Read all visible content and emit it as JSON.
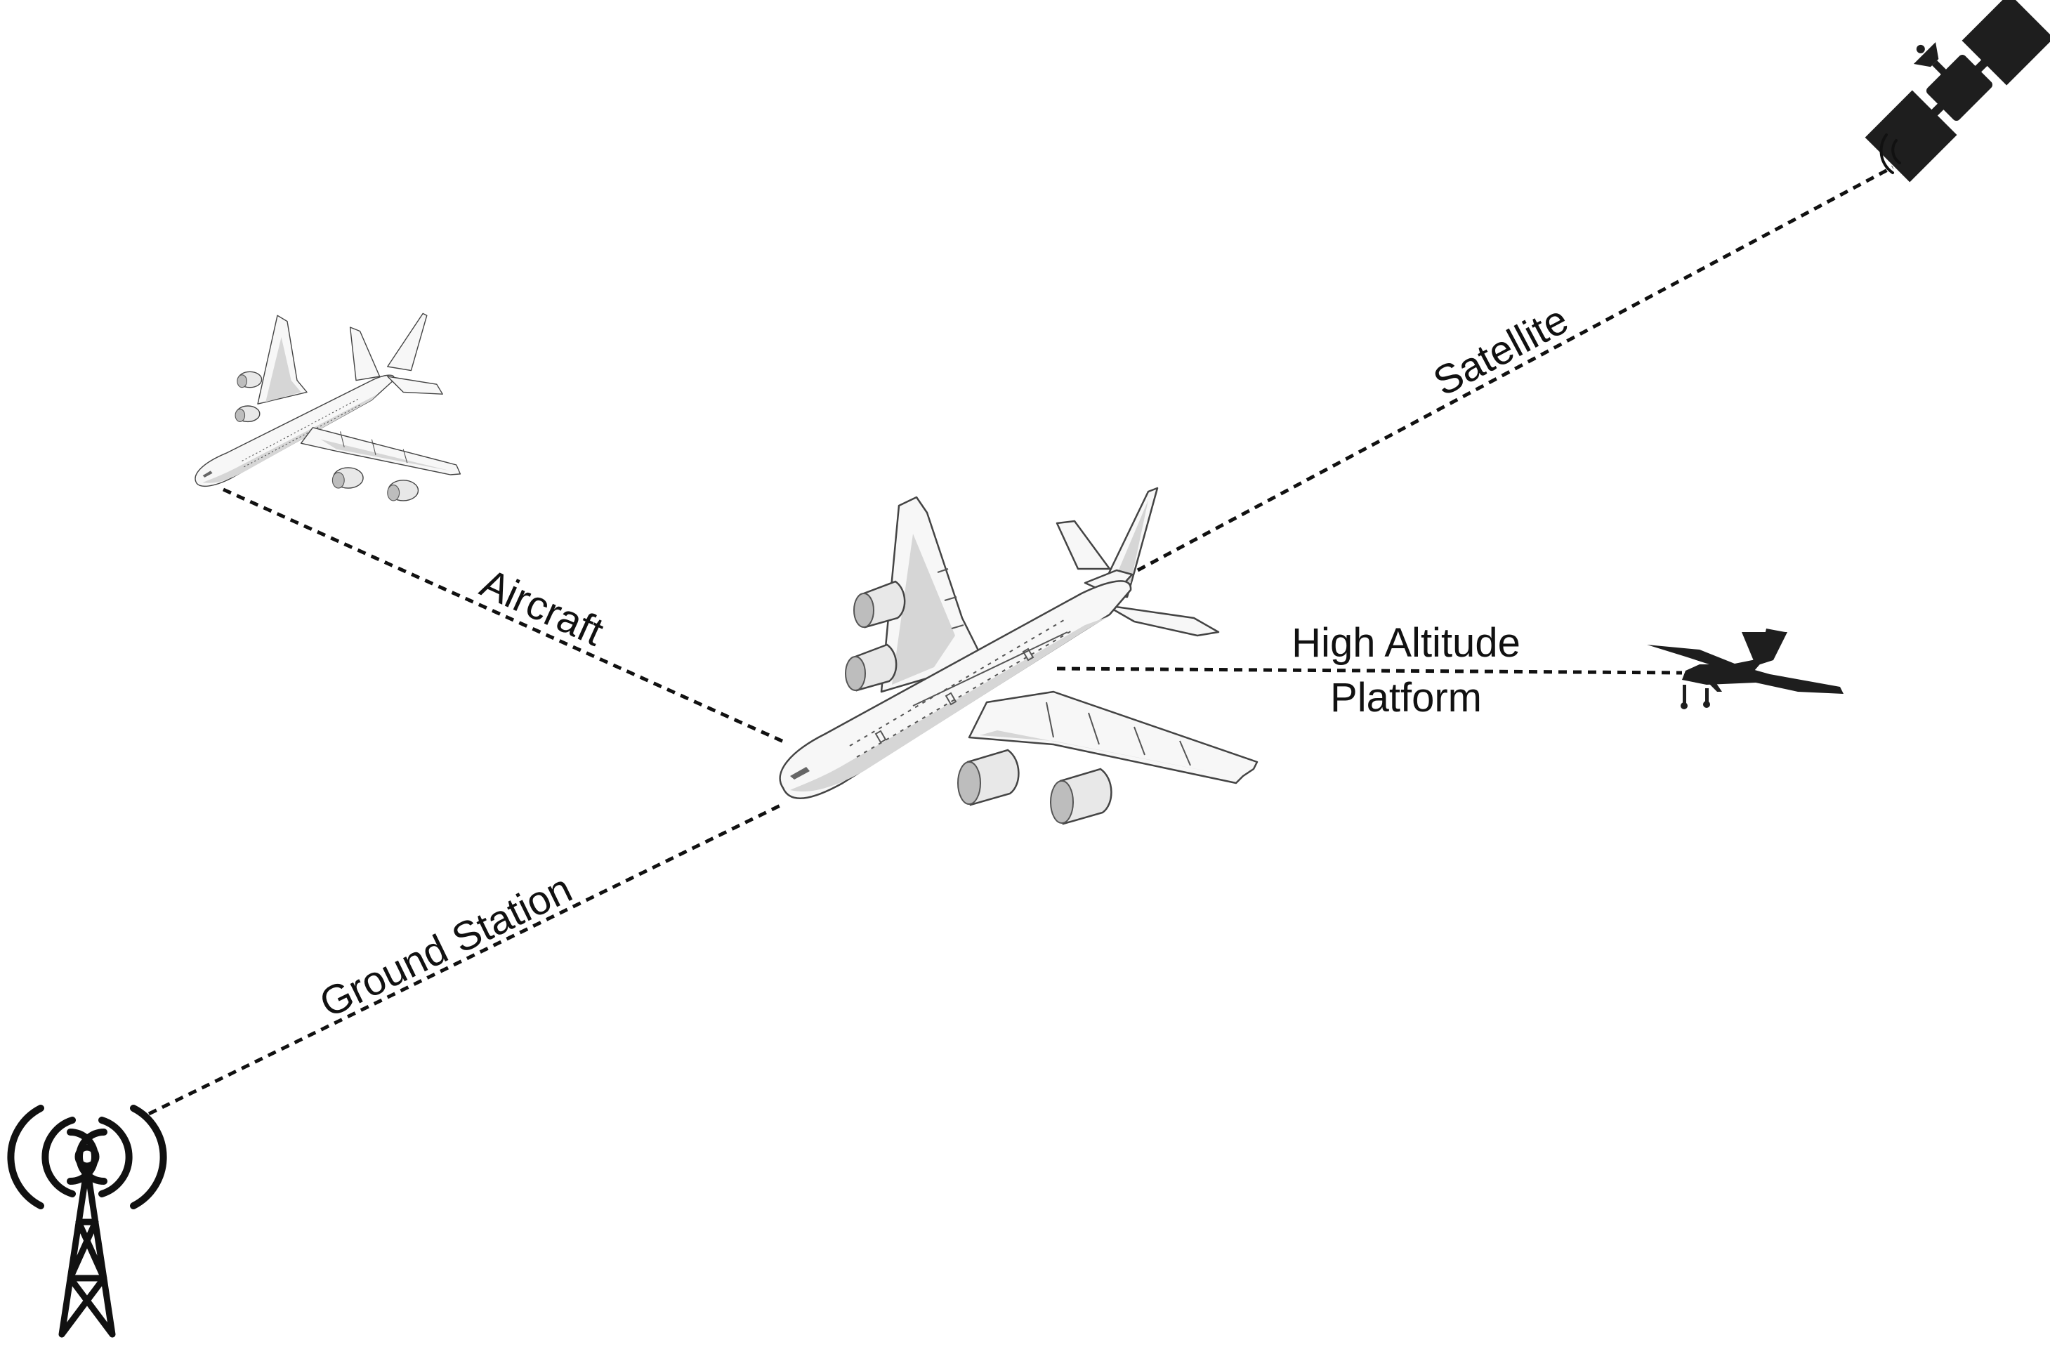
{
  "links": {
    "aircraft_label": "Aircraft",
    "satellite_label": "Satellite",
    "ground_station_label": "Ground Station",
    "hap_label_line1": "High Altitude",
    "hap_label_line2": "Platform"
  },
  "icons": {
    "main_aircraft": "airliner-icon",
    "remote_aircraft": "airliner-icon",
    "satellite": "satellite-icon",
    "hap": "drone-icon",
    "ground_station": "radio-tower-icon"
  },
  "colors": {
    "line": "#111111",
    "icon": "#1e1e1e",
    "background": "#ffffff"
  }
}
